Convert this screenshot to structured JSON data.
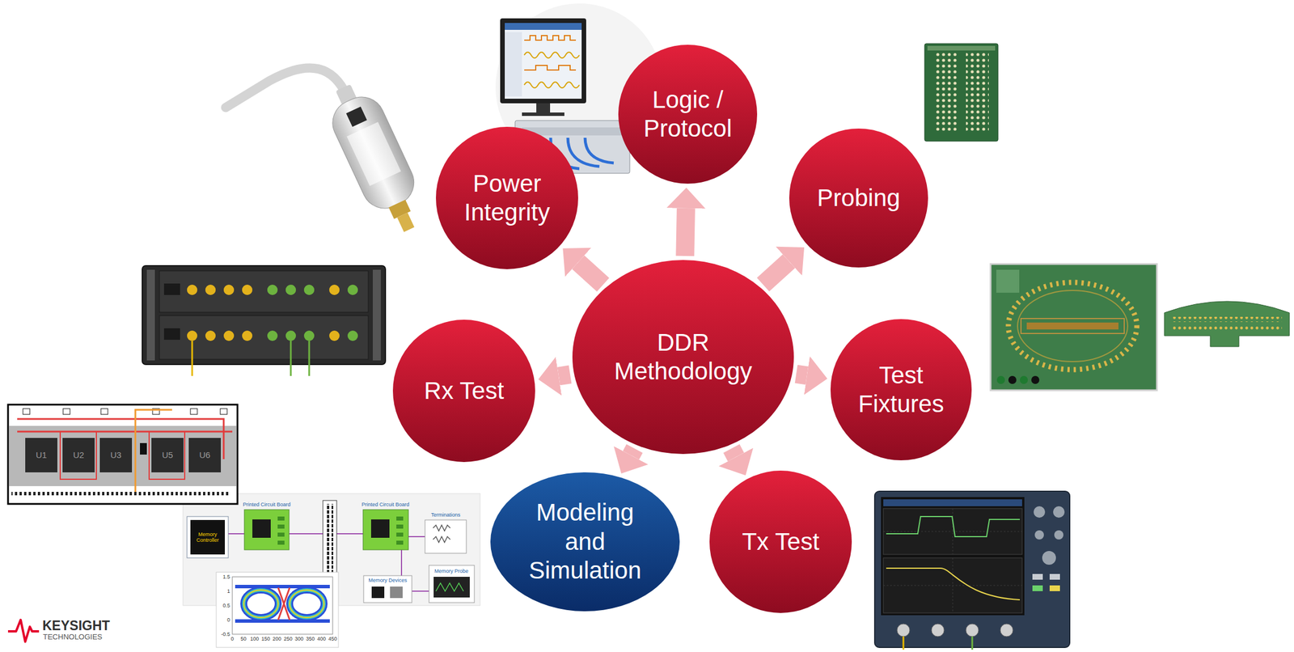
{
  "diagram": {
    "nodes": [
      {
        "text": [
          "DDR Methodology"
        ]
      },
      {
        "text": [
          "Logic / Protocol"
        ]
      },
      {
        "text": [
          "Power Integrity"
        ]
      },
      {
        "text": [
          "Probing"
        ]
      },
      {
        "text": [
          "Rx Test"
        ]
      },
      {
        "text": [
          "Test Fixtures"
        ]
      },
      {
        "text": [
          "Modeling and Simulation"
        ]
      },
      {
        "text": [
          "Tx Test"
        ]
      }
    ],
    "edges": [
      {
        "from": 0,
        "to": 1,
        "arrow": "to"
      },
      {
        "from": 0,
        "to": 2,
        "arrow": "to"
      },
      {
        "from": 0,
        "to": 3,
        "arrow": "to"
      },
      {
        "from": 0,
        "to": 4,
        "arrow": "to"
      },
      {
        "from": 0,
        "to": 5,
        "arrow": "to"
      },
      {
        "from": 0,
        "to": 6,
        "arrow": "to"
      },
      {
        "from": 0,
        "to": 7,
        "arrow": "to"
      }
    ],
    "labels": [
      "KEYSIGHT",
      "TECHNOLOGIES",
      "U1",
      "U2",
      "U3",
      "U5",
      "U6",
      "Memory Controller",
      "Printed Circuit Board",
      "Printed Circuit Board",
      "Terminations",
      "Memory Devices",
      "Memory Probe",
      "1.5",
      "1",
      "0.5",
      "0",
      "-0.5",
      "0",
      "50",
      "100",
      "150",
      "200",
      "250",
      "300",
      "350",
      "400",
      "450"
    ]
  }
}
